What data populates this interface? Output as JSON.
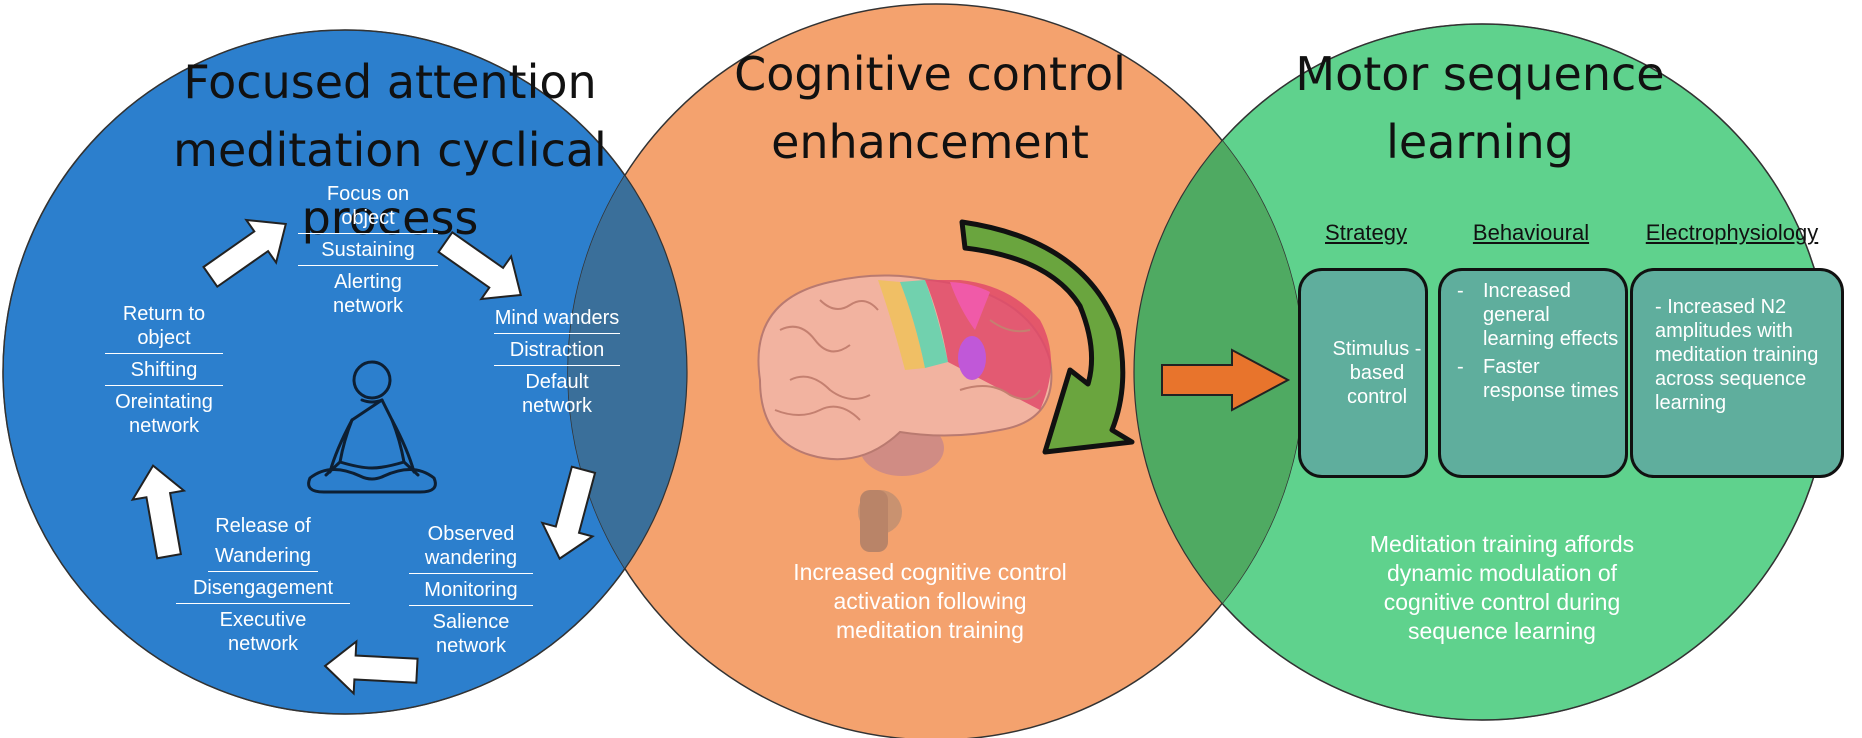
{
  "colors": {
    "left_circle": "#2c7fcd",
    "middle_circle": "#f4a26e",
    "right_circle": "#5fd28d",
    "overlap_left": "#3a6f9a",
    "overlap_right": "#4faa62",
    "curved_arrow": "#6aa53e",
    "orange_arrow": "#e8742c",
    "box_fill": "#5fae9d"
  },
  "left": {
    "title": "Focused attention\nmeditation cyclical process",
    "cycle": {
      "top": {
        "label": "Focus on object",
        "process": "Sustaining",
        "network": "Alerting network"
      },
      "right": {
        "label": "Mind wanders",
        "process": "Distraction",
        "network": "Default network"
      },
      "bottom_right": {
        "label": "Observed wandering",
        "process": "Monitoring",
        "network": "Salience network"
      },
      "bottom_left": {
        "label": "Release of",
        "process": "Wandering",
        "process2": "Disengagement",
        "network": "Executive network"
      },
      "left": {
        "label": "Return to object",
        "process": "Shifting",
        "network": "Oreintating network"
      }
    },
    "icon": "meditating-person-icon"
  },
  "middle": {
    "title": "Cognitive control\nenhancement",
    "icon": "brain-icon",
    "caption": "Increased cognitive control activation following meditation training"
  },
  "right": {
    "title": "Motor sequence\nlearning",
    "columns": {
      "strategy": "Strategy",
      "behavioural": "Behavioural",
      "electrophysiology": "Electrophysiology"
    },
    "strategy_box": {
      "arrow_icon": "up-arrow-icon",
      "text": "Stimulus -based control"
    },
    "behavioural_box": {
      "items": [
        "Increased general learning effects",
        "Faster response times"
      ],
      "bullet": "-"
    },
    "electro_box": {
      "text": "- Increased N2 amplitudes with meditation training across sequence learning"
    },
    "caption": "Meditation training affords dynamic modulation of cognitive control during sequence learning"
  }
}
